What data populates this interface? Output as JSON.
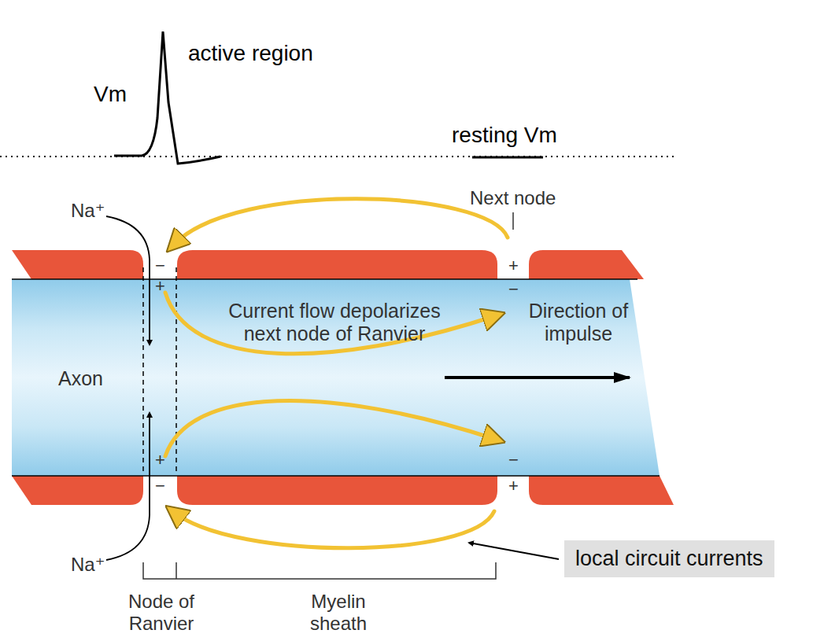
{
  "diagram": {
    "nodes": [
      {
        "text": [
          "local circuit currents"
        ]
      }
    ],
    "labels": [
      "active region",
      "Vm",
      "resting Vm",
      "Na⁺",
      "Next node",
      "−",
      "+",
      "+",
      "Current flow depolarizes next node of Ranvier",
      "−",
      "Direction of impulse",
      "Axon",
      "+",
      "−",
      "−",
      "+",
      "Na⁺",
      "Node of Ranvier",
      "Myelin sheath"
    ]
  }
}
